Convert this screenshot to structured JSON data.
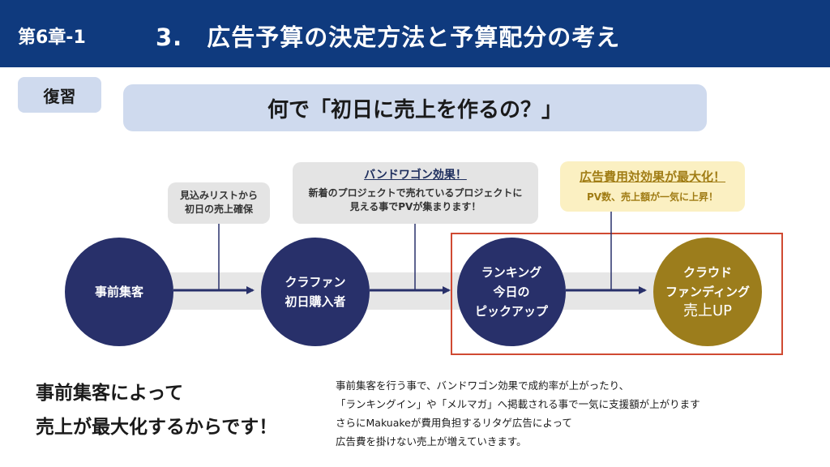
{
  "header": {
    "chapter": "第6章-1",
    "title": "3.　広告予算の決定方法と予算配分の考え"
  },
  "review_label": "復習",
  "question": "何で「初日に売上を作るの？」",
  "callouts": [
    {
      "lines": [
        "見込みリストから",
        "初日の売上確保"
      ]
    },
    {
      "title": "バンドワゴン効果！",
      "lines": [
        "新着のプロジェクトで売れているプロジェクトに",
        "見える事でPVが集まります！"
      ]
    },
    {
      "title": "広告費用対効果が最大化！",
      "lines": [
        "PV数、売上額が一気に上昇！"
      ]
    }
  ],
  "steps": [
    {
      "lines": [
        "事前集客"
      ]
    },
    {
      "lines": [
        "クラファン",
        "初日購入者"
      ]
    },
    {
      "lines": [
        "ランキング",
        "今日の",
        "ピックアップ"
      ]
    },
    {
      "lines": [
        "クラウド",
        "ファンディング"
      ],
      "big": "売上UP"
    }
  ],
  "conclusion": [
    "事前集客によって",
    "売上が最大化するからです！"
  ],
  "explanation": [
    "事前集客を行う事で、バンドワゴン効果で成約率が上がったり、",
    "「ランキングイン」や「メルマガ」へ掲載される事で一気に支援額が上がります",
    "さらにMakuakeが費用負担するリタゲ広告によって",
    "広告費を掛けない売上が増えていきます。"
  ],
  "colors": {
    "header": "#0f3a7e",
    "step": "#28306a",
    "step_final": "#9c7d1c",
    "highlight_border": "#d04a32",
    "callout_gold_bg": "#fbf0c2",
    "callout_gold_text": "#a07c14"
  }
}
